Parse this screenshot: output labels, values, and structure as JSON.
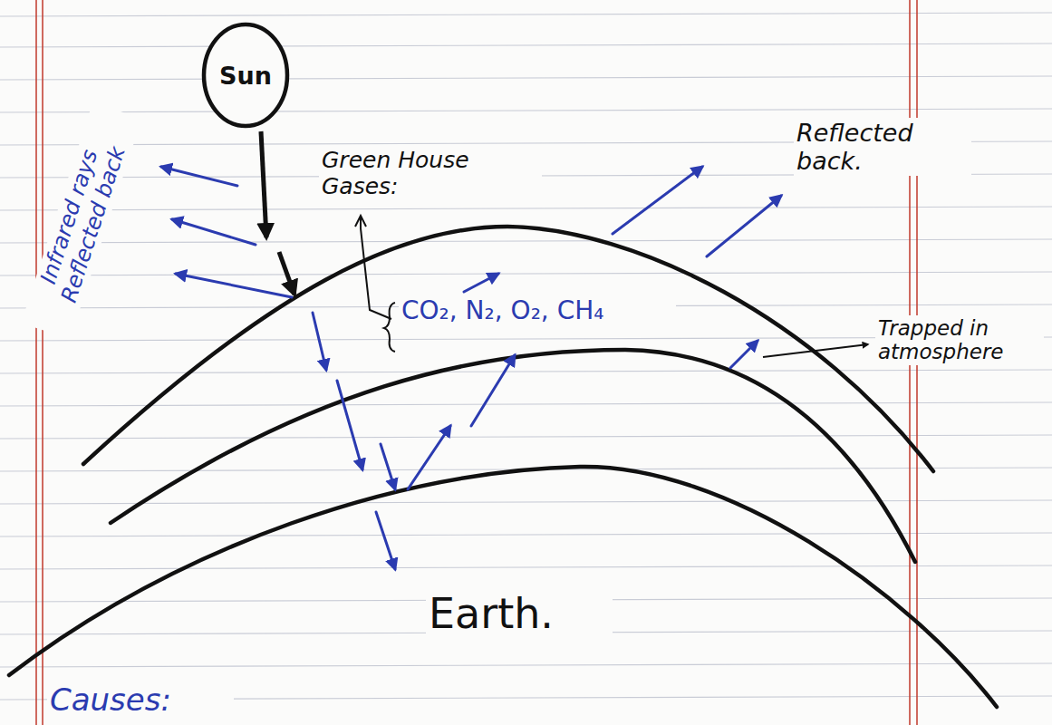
{
  "diagram": {
    "nodes": [
      {
        "text": [
          "Sun"
        ]
      }
    ],
    "labels": [
      "Green House Gases:",
      "CO₂, N₂, O₂, CH₄",
      "Reflected back.",
      "Infrared rays Reflected back",
      "Trapped in atmosphere",
      "Earth.",
      "Causes:"
    ]
  }
}
